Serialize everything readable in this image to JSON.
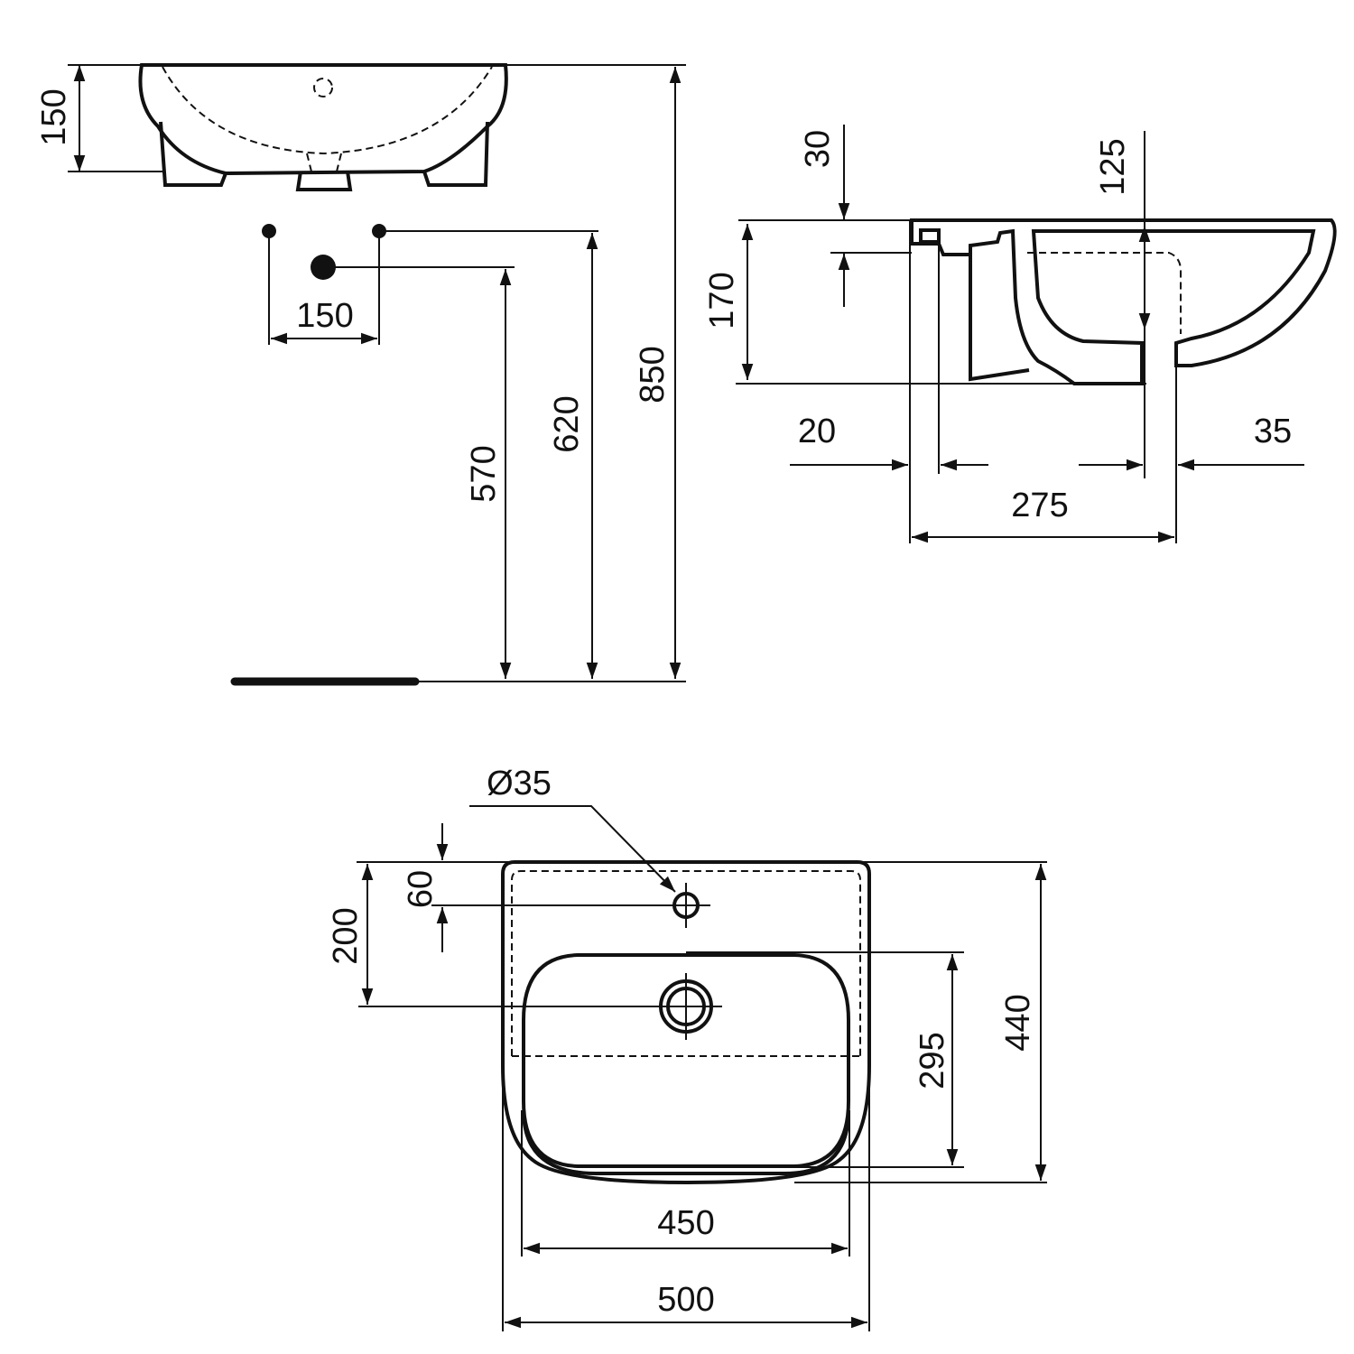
{
  "front_view": {
    "basin_height": "150",
    "tap_spacing": "150",
    "waste_height": "570",
    "supply_height": "620",
    "rim_height": "850"
  },
  "side_view": {
    "rim_thickness": "30",
    "bowl_depth": "125",
    "basin_height": "170",
    "wall_offset": "20",
    "front_offset": "35",
    "waste_projection": "275"
  },
  "plan_view": {
    "tap_hole_diameter": "Ø35",
    "tap_hole_offset": "60",
    "waste_offset": "200",
    "bowl_length": "295",
    "overall_depth": "440",
    "bowl_width": "450",
    "overall_width": "500"
  }
}
